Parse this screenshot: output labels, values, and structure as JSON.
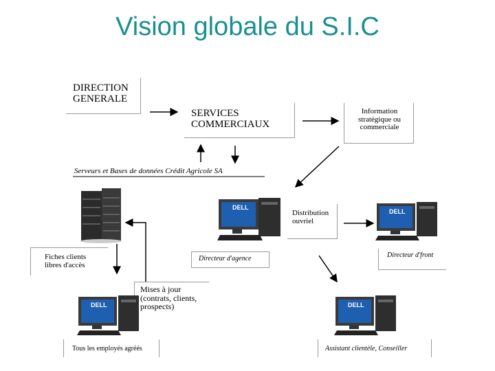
{
  "title": "Vision globale du S.I.C",
  "nodes": {
    "direction_generale": "DIRECTION\nGENERALE",
    "services_commerciaux": "SERVICES\nCOMMERCIAUX",
    "information_strategique": "Information\nstratégique ou\ncommerciale",
    "serveurs_bases": "Serveurs et Bases de données Crédit Agricole SA",
    "distribution": "Distribution\nouvriel",
    "directeur_agence": "Directeur d'agence",
    "directeur_front": "Directeur d'front",
    "fiches_clients": "Fiches clients\nlibres d'accès",
    "mises_a_jour": "Mises à jour\n(contrats, clients,\nprospects)",
    "tous_employes": "Tous les employés agréés",
    "assistant_clientele": "Assistant clientèle, Conseiller"
  },
  "monitor_brand": "DELL",
  "colors": {
    "title": "#1a8f8f",
    "monitor_screen": "#1f5fb0",
    "arrow": "#000000"
  }
}
